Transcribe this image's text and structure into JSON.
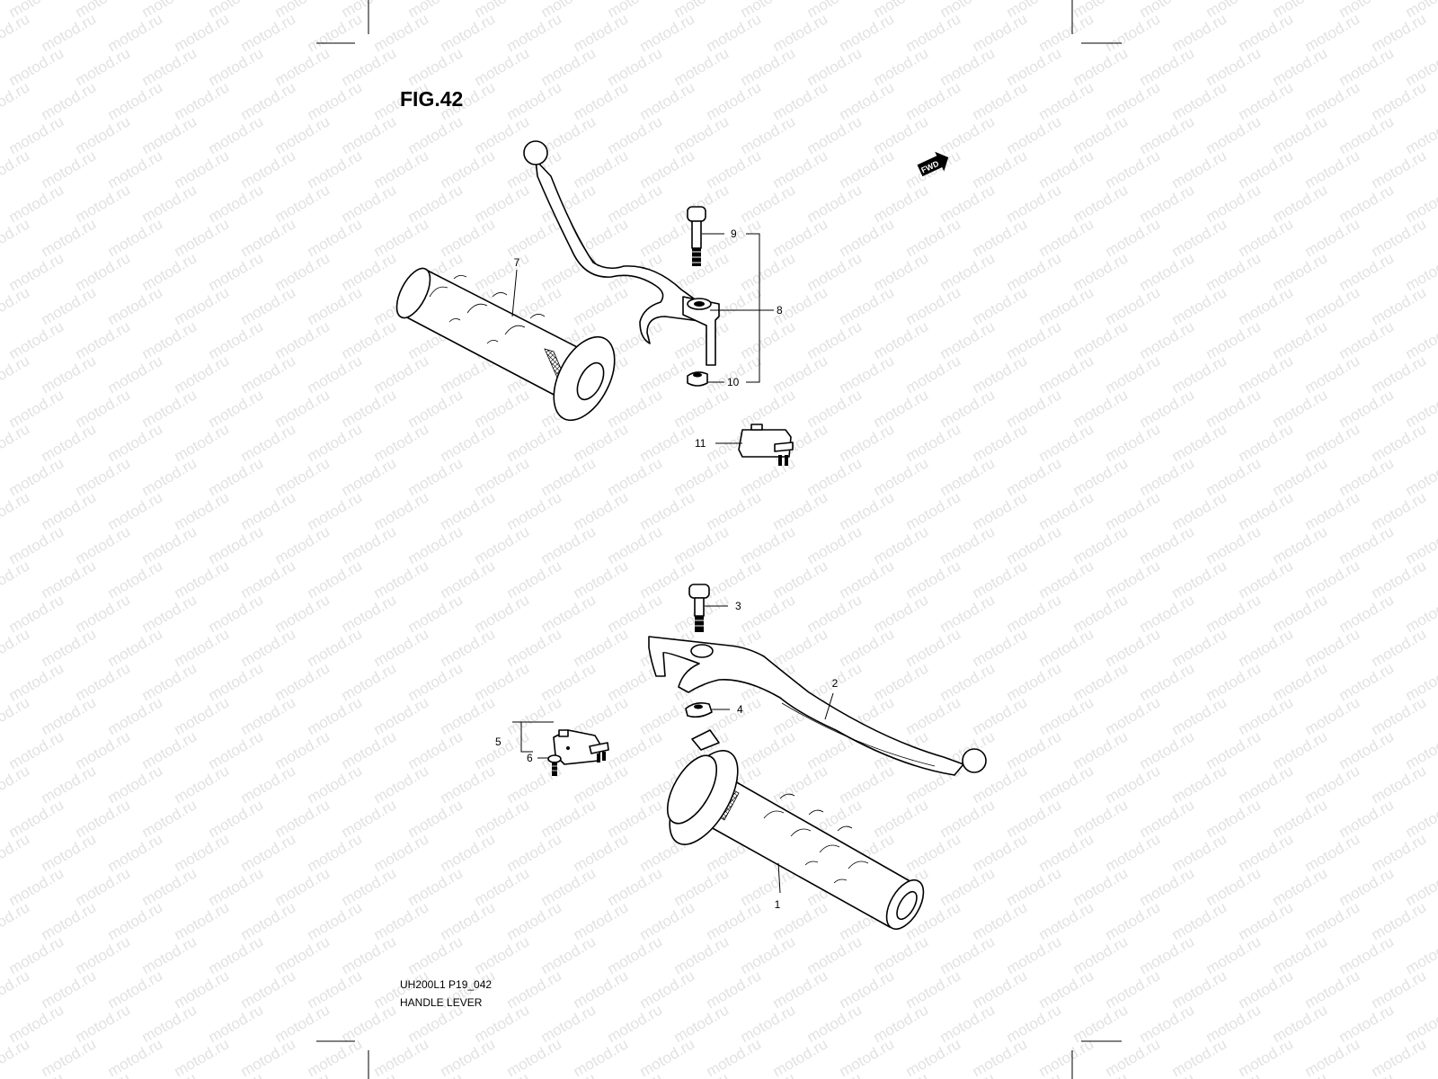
{
  "figure_title": "FIG.42",
  "fwd_badge": "FWD",
  "watermark": "motod.ru",
  "footer": {
    "code": "UH200L1 P19_042",
    "name": "HANDLE LEVER"
  },
  "callouts": {
    "c1": "1",
    "c2": "2",
    "c3": "3",
    "c4": "4",
    "c5": "5",
    "c6": "6",
    "c7": "7",
    "c8": "8",
    "c9": "9",
    "c10": "10",
    "c11": "11"
  }
}
